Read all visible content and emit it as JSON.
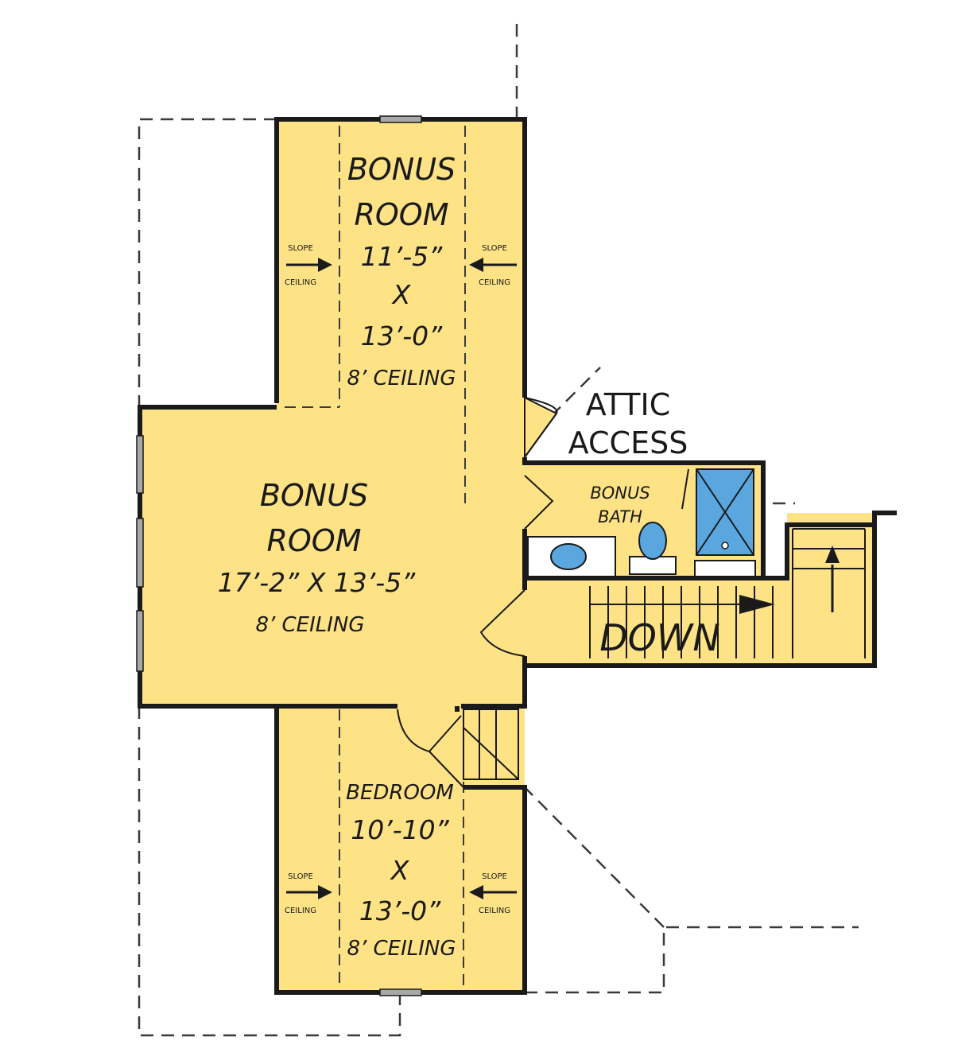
{
  "rooms": {
    "bonus_room_top": {
      "name_line1": "BONUS",
      "name_line2": "ROOM",
      "dim_w": "11’-5”",
      "dim_x": "X",
      "dim_d": "13’-0”",
      "ceiling": "8’ CEILING"
    },
    "bonus_room_main": {
      "name_line1": "BONUS",
      "name_line2": "ROOM",
      "dims": "17’-2” X 13’-5”",
      "ceiling": "8’ CEILING"
    },
    "bedroom": {
      "name": "BEDROOM",
      "dim_w": "10’-10”",
      "dim_x": "X",
      "dim_d": "13’-0”",
      "ceiling": "8’ CEILING"
    },
    "bonus_bath": {
      "name_line1": "BONUS",
      "name_line2": "BATH"
    }
  },
  "labels": {
    "attic_line1": "ATTIC",
    "attic_line2": "ACCESS",
    "stairs_down": "DOWN",
    "slope_top": "SLOPE",
    "slope_bottom": "CEILING"
  },
  "colors": {
    "floor": "#fde286",
    "wall": "#1a1a1a",
    "fixture": "#5aa7e0",
    "window": "#a8a8a8"
  }
}
